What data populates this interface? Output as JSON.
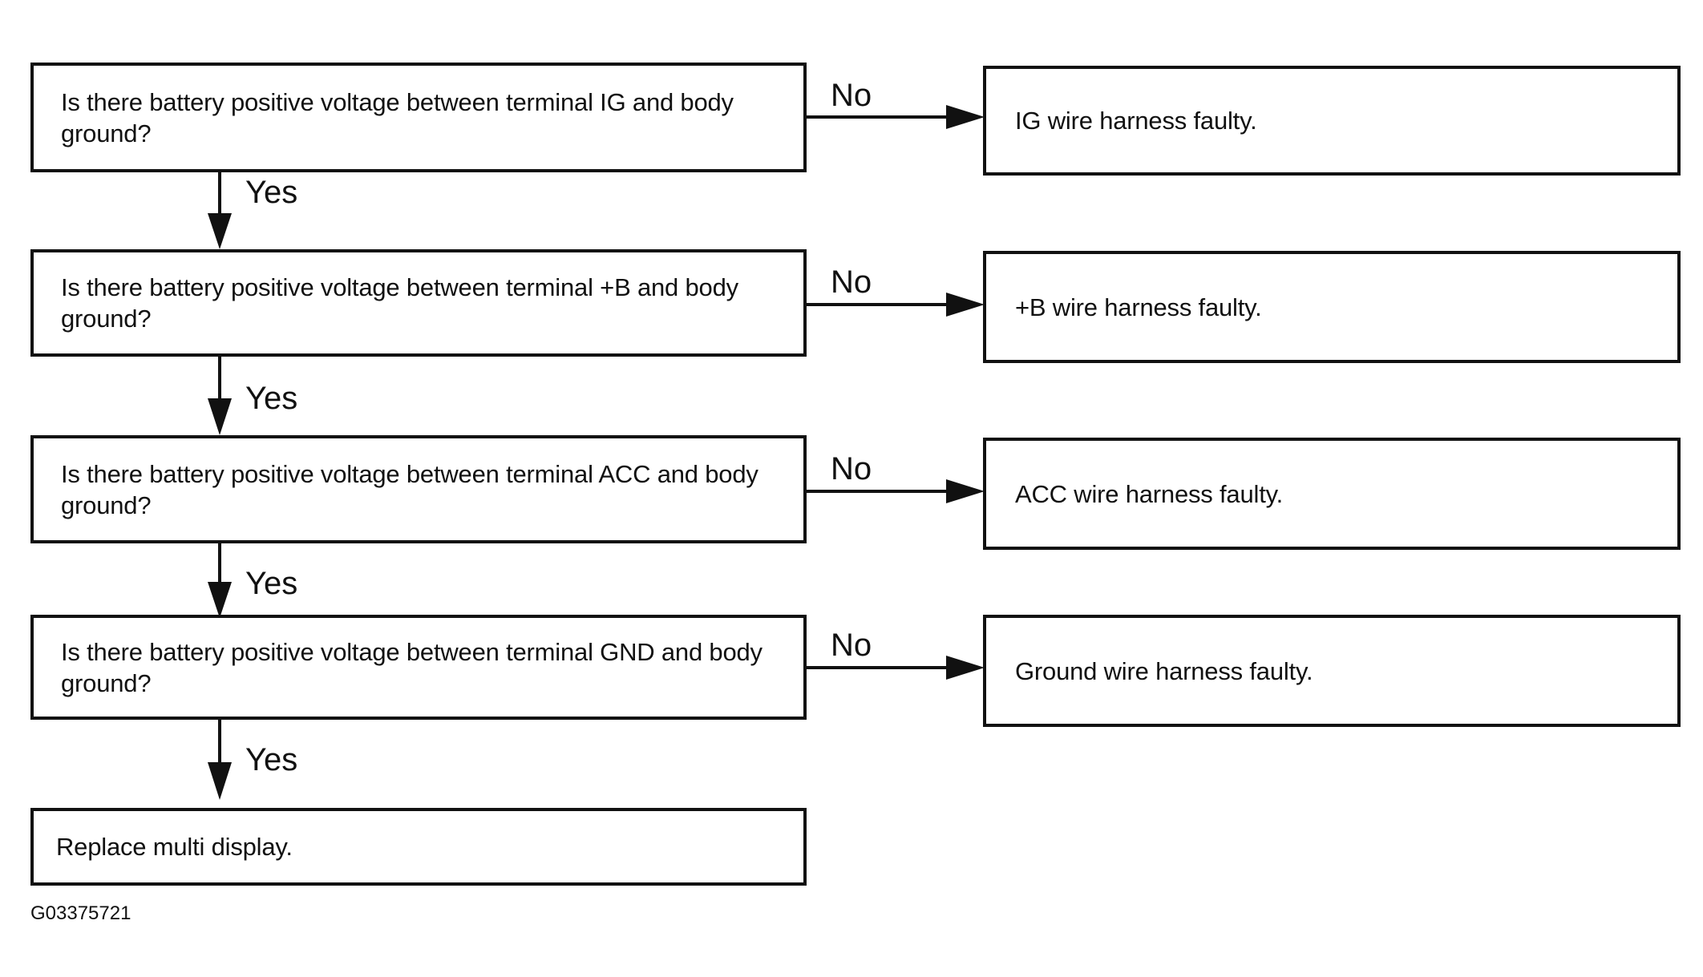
{
  "questions": [
    {
      "text": "Is there battery positive voltage between terminal IG and body ground?"
    },
    {
      "text": "Is there battery positive voltage between terminal +B and body ground?"
    },
    {
      "text": "Is there battery positive voltage between terminal ACC and body ground?"
    },
    {
      "text": "Is there battery positive voltage between terminal GND and body ground?"
    }
  ],
  "results": [
    {
      "text": "IG wire harness faulty."
    },
    {
      "text": "+B wire harness faulty."
    },
    {
      "text": "ACC wire harness faulty."
    },
    {
      "text": "Ground wire harness faulty."
    }
  ],
  "final": {
    "text": "Replace multi display."
  },
  "labels": {
    "yes": "Yes",
    "no": "No"
  },
  "figure_code": "G03375721"
}
